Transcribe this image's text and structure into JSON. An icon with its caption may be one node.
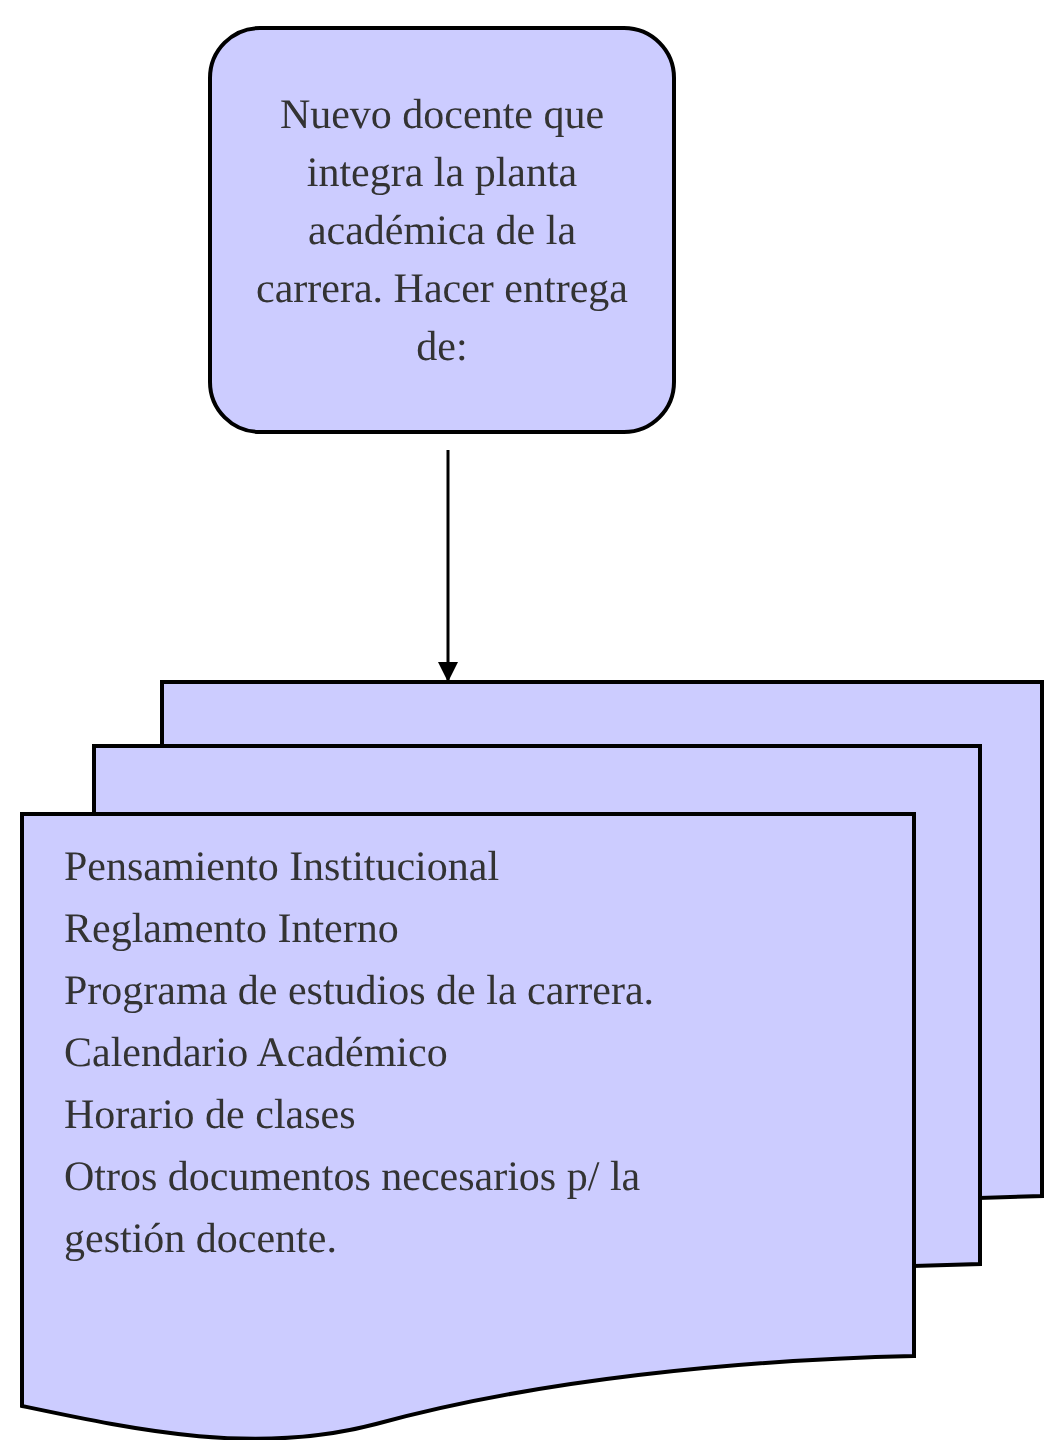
{
  "diagram": {
    "nodes": [
      {
        "text": [
          "Nuevo docente que integra la planta académica de la carrera. Hacer entrega de:"
        ]
      },
      {
        "text": [
          "Pensamiento Institucional",
          "Reglamento Interno",
          "Programa de estudios de la carrera.",
          "Calendario Académico",
          "Horario de clases",
          "Otros documentos necesarios p/ la gestión docente."
        ]
      }
    ],
    "edges": [
      {
        "from": 0,
        "to": 1,
        "arrow": "to"
      }
    ]
  }
}
